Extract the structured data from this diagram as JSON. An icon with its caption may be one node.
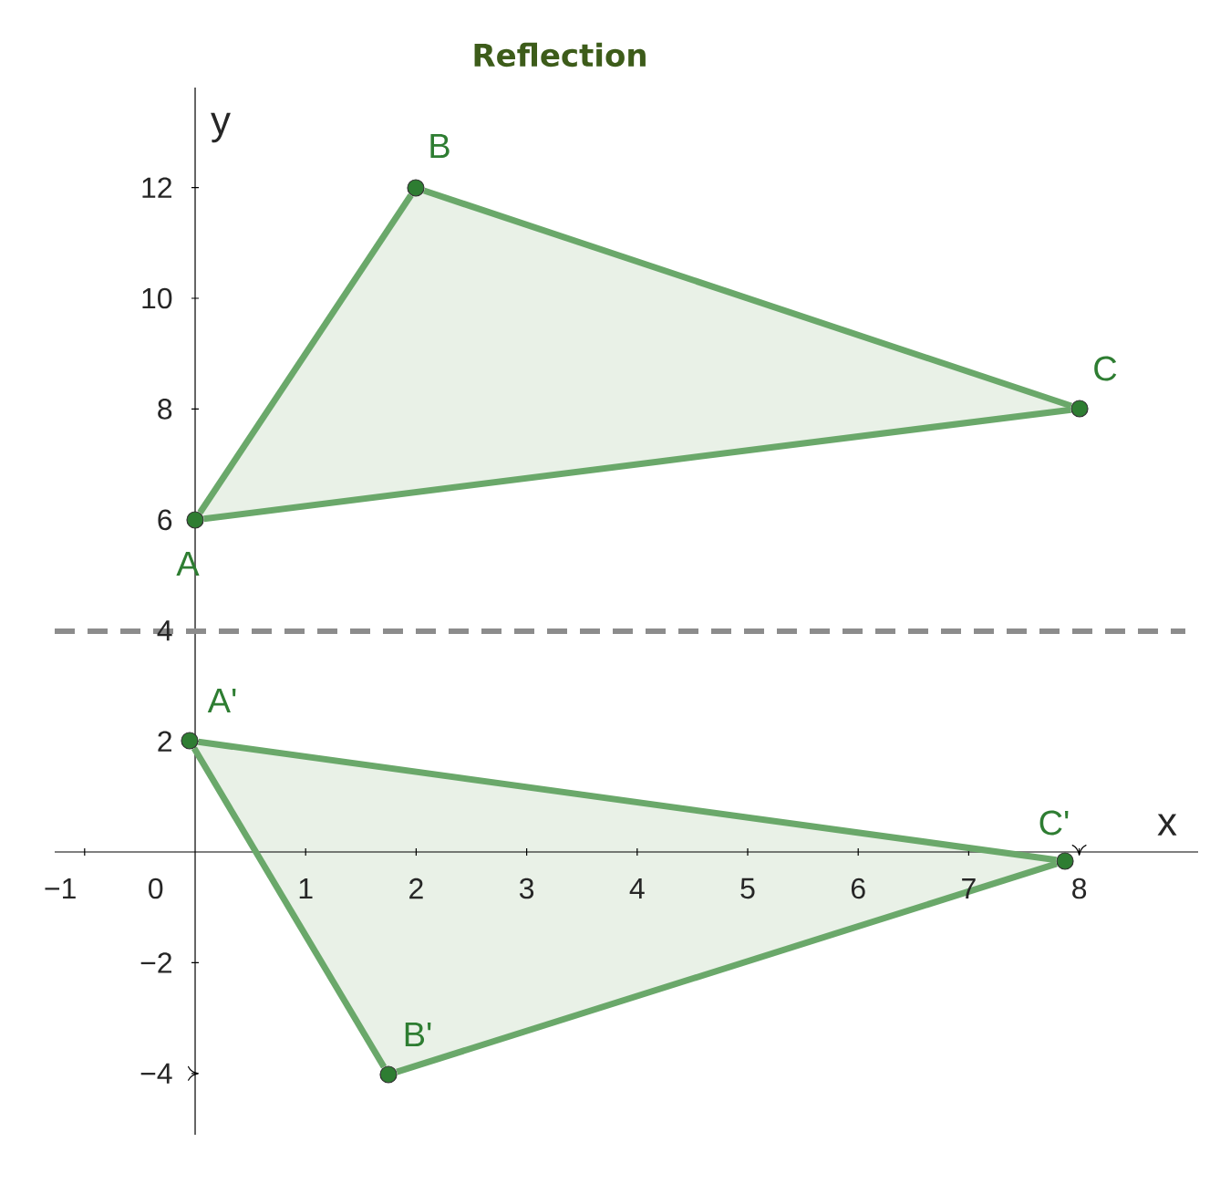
{
  "diagram": {
    "title": "Reflection",
    "nodes": [
      {
        "text": [
          "A"
        ]
      },
      {
        "text": [
          "B"
        ]
      },
      {
        "text": [
          "C"
        ]
      },
      {
        "text": [
          "A'"
        ]
      },
      {
        "text": [
          "B'"
        ]
      },
      {
        "text": [
          "C'"
        ]
      }
    ],
    "edges": [
      {
        "from": 0,
        "to": 1,
        "arrow": "none"
      },
      {
        "from": 1,
        "to": 2,
        "arrow": "none"
      },
      {
        "from": 2,
        "to": 0,
        "arrow": "none"
      },
      {
        "from": 3,
        "to": 4,
        "arrow": "none"
      },
      {
        "from": 4,
        "to": 5,
        "arrow": "none"
      },
      {
        "from": 5,
        "to": 3,
        "arrow": "none"
      }
    ],
    "labels": [
      "y",
      "12",
      "10",
      "8",
      "6",
      "4",
      "2",
      "x",
      "−1",
      "0",
      "1",
      "2",
      "3",
      "4",
      "5",
      "6",
      "7",
      "8",
      "−2",
      "−4"
    ]
  }
}
